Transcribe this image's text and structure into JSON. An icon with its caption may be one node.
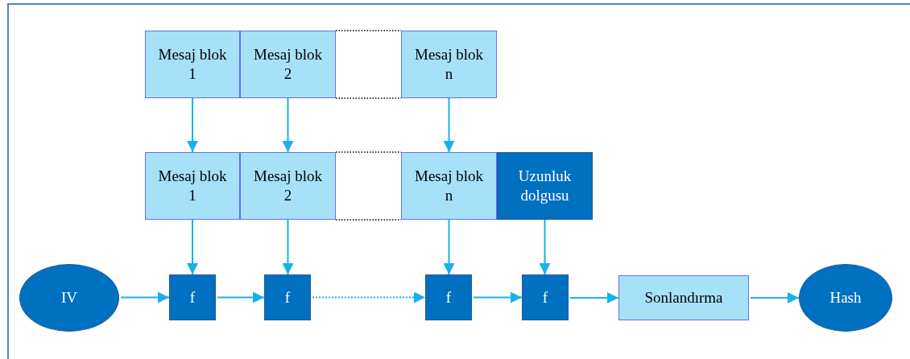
{
  "diagram": {
    "nodes": [
      {
        "text": [
          "Mesaj blok 1"
        ]
      },
      {
        "text": [
          "Mesaj blok 2"
        ]
      },
      {
        "text": [
          "Mesaj blok n"
        ]
      },
      {
        "text": [
          "Mesaj blok 1"
        ]
      },
      {
        "text": [
          "Mesaj blok 2"
        ]
      },
      {
        "text": [
          "Mesaj blok n"
        ]
      },
      {
        "text": [
          "Uzunluk dolgusu"
        ]
      },
      {
        "text": [
          "IV"
        ]
      },
      {
        "text": [
          "f"
        ]
      },
      {
        "text": [
          "f"
        ]
      },
      {
        "text": [
          "f"
        ]
      },
      {
        "text": [
          "f"
        ]
      },
      {
        "text": [
          "Sonlandırma"
        ]
      },
      {
        "text": [
          "Hash"
        ]
      }
    ],
    "edges": [
      {
        "from": 0,
        "to": 3,
        "arrow": "to"
      },
      {
        "from": 1,
        "to": 4,
        "arrow": "to"
      },
      {
        "from": 2,
        "to": 5,
        "arrow": "to"
      },
      {
        "from": 3,
        "to": 8,
        "arrow": "to"
      },
      {
        "from": 4,
        "to": 9,
        "arrow": "to"
      },
      {
        "from": 5,
        "to": 10,
        "arrow": "to"
      },
      {
        "from": 6,
        "to": 11,
        "arrow": "to"
      },
      {
        "from": 7,
        "to": 8,
        "arrow": "to"
      },
      {
        "from": 8,
        "to": 9,
        "arrow": "to"
      },
      {
        "from": 9,
        "to": 10,
        "arrow": "to",
        "style": "dashed"
      },
      {
        "from": 10,
        "to": 11,
        "arrow": "to"
      },
      {
        "from": 11,
        "to": 12,
        "arrow": "to"
      },
      {
        "from": 12,
        "to": 13,
        "arrow": "to"
      }
    ]
  }
}
